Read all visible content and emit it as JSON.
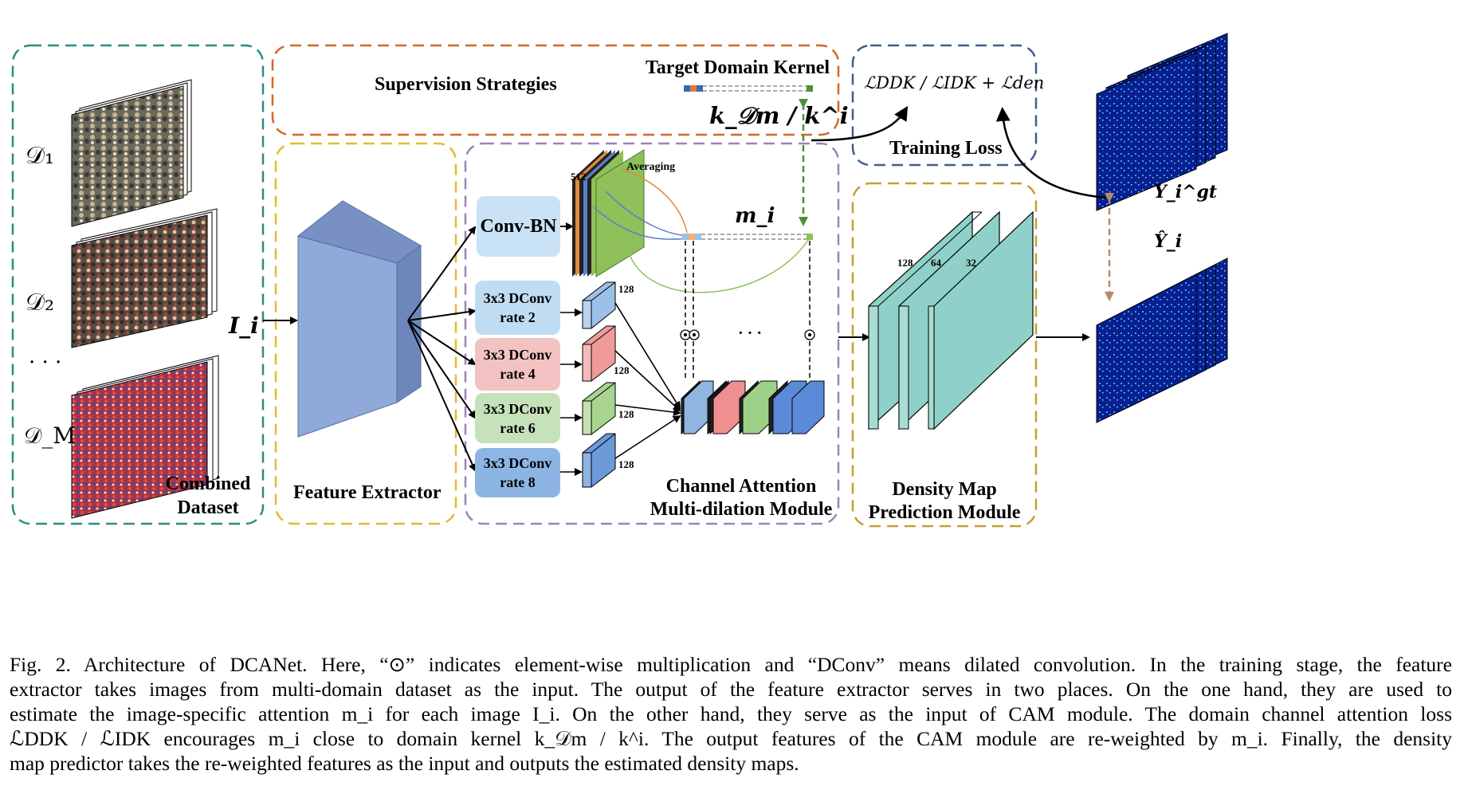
{
  "sections": {
    "combined_dataset": [
      "Combined",
      "Dataset"
    ],
    "feature_extractor": "Feature Extractor",
    "supervision": "Supervision Strategies",
    "target_kernel": "Target Domain Kernel",
    "training_loss": "Training Loss",
    "cam_module": [
      "Channel Attention",
      "Multi-dilation Module"
    ],
    "density_module": [
      "Density Map",
      "Prediction Module"
    ]
  },
  "datasets": [
    "𝒟₁",
    "𝒟₂",
    "· · ·",
    "𝒟_M"
  ],
  "input_label": "I_i",
  "conv_blocks": [
    {
      "lines": [
        "Conv-BN"
      ],
      "color": "#c9e2f6"
    },
    {
      "lines": [
        "3x3 DConv",
        "rate 2"
      ],
      "color": "#bfdcf3"
    },
    {
      "lines": [
        "3x3 DConv",
        "rate 4"
      ],
      "color": "#f3c2c2"
    },
    {
      "lines": [
        "3x3 DConv",
        "rate 6"
      ],
      "color": "#c6e2bb"
    },
    {
      "lines": [
        "3x3 DConv",
        "rate 8"
      ],
      "color": "#8db5e4"
    }
  ],
  "channel_counts": [
    "512",
    "128",
    "128",
    "128",
    "128"
  ],
  "averaging": "Averaging",
  "m_i": "m_i",
  "kernel_label": "k_𝒟m / k^i",
  "loss_formula": "ℒDDK / ℒIDK + ℒden",
  "ellipsis": "· · ·",
  "density_channels": [
    "128",
    "64",
    "32"
  ],
  "outputs": {
    "gt": "Y_i^gt",
    "pred": "Ŷ_i"
  },
  "colors": {
    "teal_dash": "#2e8b84",
    "orange_dash": "#d4672a",
    "yellow_dash": "#e8b92f",
    "purple_dash": "#9c84b8",
    "navy_dash": "#3f5f8f",
    "gold_dash": "#c4a032",
    "extractor": "#8fa9d8",
    "density_layer": "#8fd1c8",
    "green_arrow": "#4f8f3a",
    "brown_arrow": "#b88a6a",
    "heatmap_bg": "#08208f"
  },
  "caption": [
    "Fig. 2.   Architecture of DCANet. Here, “⊙” indicates element-wise multiplication and “DConv” means dilated convolution. In the training stage, the feature",
    "extractor takes images from multi-domain dataset as the input. The output of the feature extractor serves in two places. On the one hand, they are used to",
    "estimate the image-specific attention m_i for each image I_i. On the other hand, they serve as the input of CAM module. The domain channel attention loss",
    "ℒDDK / ℒIDK encourages m_i close to domain kernel k_𝒟m / k^i. The output features of the CAM module are re-weighted by m_i. Finally, the density",
    "map predictor takes the re-weighted features as the input and outputs the estimated density maps."
  ]
}
